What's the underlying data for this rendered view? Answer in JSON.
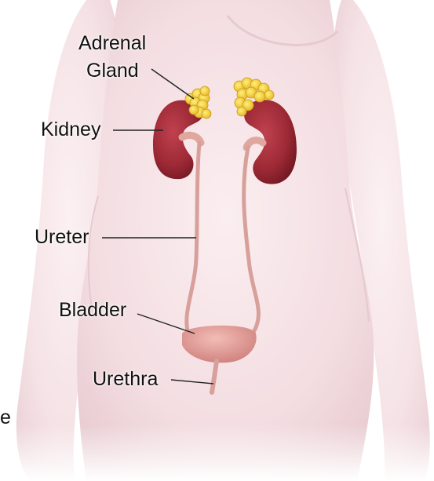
{
  "labels": {
    "adrenal_line1": "Adrenal",
    "adrenal_line2": "Gland",
    "kidney": "Kidney",
    "ureter": "Ureter",
    "bladder": "Bladder",
    "urethra": "Urethra",
    "edge_fragment": "e"
  },
  "colors": {
    "body_skin": "#f4dfe2",
    "kidney": "#9e2a36",
    "adrenal": "#f2cf3a",
    "ureter": "#d8a09a",
    "bladder": "#e39f9a",
    "leader_line": "#222222"
  }
}
